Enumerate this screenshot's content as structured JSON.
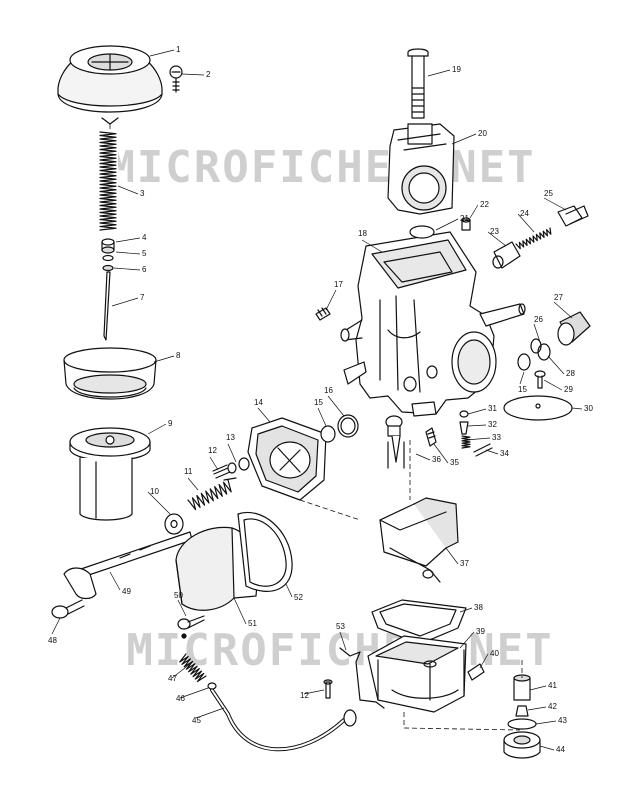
{
  "watermark": {
    "text": "MICROFICHES.NET",
    "color": "#c8c8c8"
  },
  "colors": {
    "ink": "#111111",
    "shade": "#9a9a9a",
    "paper": "#ffffff"
  },
  "callouts": [
    {
      "id": "1",
      "label": "1",
      "part": "carburetor-top-cap"
    },
    {
      "id": "2",
      "label": "2",
      "part": "cap-screw"
    },
    {
      "id": "3",
      "label": "3",
      "part": "diaphragm-spring"
    },
    {
      "id": "4",
      "label": "4",
      "part": "spring-seat"
    },
    {
      "id": "5",
      "label": "5",
      "part": "needle-clip"
    },
    {
      "id": "6",
      "label": "6",
      "part": "washer"
    },
    {
      "id": "7",
      "label": "7",
      "part": "jet-needle"
    },
    {
      "id": "8",
      "label": "8",
      "part": "diaphragm"
    },
    {
      "id": "9",
      "label": "9",
      "part": "vacuum-piston"
    },
    {
      "id": "10",
      "label": "10",
      "part": "throttle-washer"
    },
    {
      "id": "11",
      "label": "11",
      "part": "throttle-return-spring"
    },
    {
      "id": "12",
      "label": "12",
      "part": "screw"
    },
    {
      "id": "13",
      "label": "13",
      "part": "lock-washer"
    },
    {
      "id": "14",
      "label": "14",
      "part": "throttle-cover-gasket"
    },
    {
      "id": "15",
      "label": "15",
      "part": "o-ring"
    },
    {
      "id": "16",
      "label": "16",
      "part": "o-ring"
    },
    {
      "id": "17",
      "label": "17",
      "part": "pilot-screw"
    },
    {
      "id": "18",
      "label": "18",
      "part": "carburetor-body"
    },
    {
      "id": "19",
      "label": "19",
      "part": "adjuster-bolt"
    },
    {
      "id": "20",
      "label": "20",
      "part": "choke-plunger-bracket"
    },
    {
      "id": "21",
      "label": "21",
      "part": "o-ring"
    },
    {
      "id": "22",
      "label": "22",
      "part": "plug"
    },
    {
      "id": "23",
      "label": "23",
      "part": "choke-plunger"
    },
    {
      "id": "24",
      "label": "24",
      "part": "choke-spring"
    },
    {
      "id": "25",
      "label": "25",
      "part": "choke-nut"
    },
    {
      "id": "26",
      "label": "26",
      "part": "o-ring"
    },
    {
      "id": "27",
      "label": "27",
      "part": "collar"
    },
    {
      "id": "28",
      "label": "28",
      "part": "snap-ring"
    },
    {
      "id": "29",
      "label": "29",
      "part": "screw"
    },
    {
      "id": "30",
      "label": "30",
      "part": "plate"
    },
    {
      "id": "31",
      "label": "31",
      "part": "screw"
    },
    {
      "id": "32",
      "label": "32",
      "part": "needle-jet"
    },
    {
      "id": "33",
      "label": "33",
      "part": "spring"
    },
    {
      "id": "34",
      "label": "34",
      "part": "idle-screw"
    },
    {
      "id": "35",
      "label": "35",
      "part": "pilot-jet"
    },
    {
      "id": "36",
      "label": "36",
      "part": "needle-valve"
    },
    {
      "id": "37",
      "label": "37",
      "part": "float"
    },
    {
      "id": "38",
      "label": "38",
      "part": "float-bowl-gasket"
    },
    {
      "id": "39",
      "label": "39",
      "part": "float-bowl"
    },
    {
      "id": "40",
      "label": "40",
      "part": "drain-screw"
    },
    {
      "id": "41",
      "label": "41",
      "part": "main-jet"
    },
    {
      "id": "42",
      "label": "42",
      "part": "jet-holder"
    },
    {
      "id": "43",
      "label": "43",
      "part": "o-ring"
    },
    {
      "id": "44",
      "label": "44",
      "part": "drain-plug"
    },
    {
      "id": "45",
      "label": "45",
      "part": "drain-hose"
    },
    {
      "id": "46",
      "label": "46",
      "part": "clamp"
    },
    {
      "id": "47",
      "label": "47",
      "part": "spring"
    },
    {
      "id": "48",
      "label": "48",
      "part": "throttle-stop-screw"
    },
    {
      "id": "49",
      "label": "49",
      "part": "throttle-shaft"
    },
    {
      "id": "50",
      "label": "50",
      "part": "screw"
    },
    {
      "id": "51",
      "label": "51",
      "part": "throttle-cover"
    },
    {
      "id": "52",
      "label": "52",
      "part": "cover-gasket"
    },
    {
      "id": "53",
      "label": "53",
      "part": "hose-clip"
    }
  ]
}
